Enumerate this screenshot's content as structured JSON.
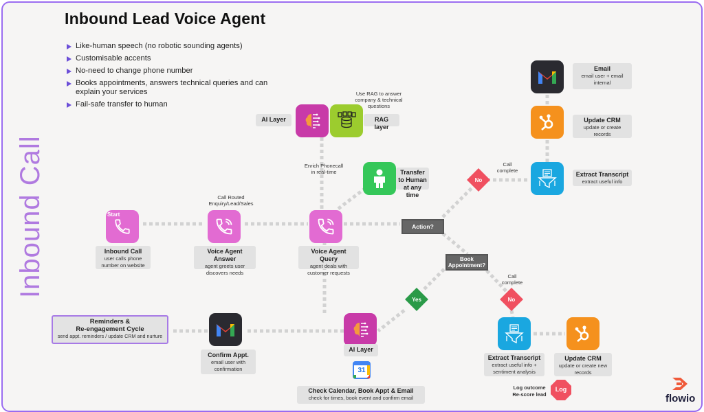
{
  "title": "Inbound Lead Voice Agent",
  "bullets": [
    "Like-human speech (no robotic sounding agents)",
    "Customisable accents",
    "No-need to change phone number",
    "Books appointments, answers technical queries and can explain your services",
    "Fail-safe transfer to human"
  ],
  "side_title": "Inbound Call",
  "nodes": {
    "inbound_call": {
      "badge": "Start",
      "title": "Inbound Call",
      "sub": "user calls phone number on website",
      "icon": "phone-icon"
    },
    "voice_answer": {
      "note": "Call Routed Enquiry/Lead/Sales",
      "title": "Voice Agent Answer",
      "sub": "agent greets user discovers needs",
      "icon": "voice-call-icon"
    },
    "voice_query": {
      "title": "Voice Agent Query",
      "sub": "agent deals with customer requests",
      "icon": "voice-call-icon"
    },
    "ai_layer_top": {
      "title": "AI Layer",
      "icon": "ai-brain-icon"
    },
    "rag_layer": {
      "note": "Use RAG to answer company & technical questions",
      "title": "RAG layer",
      "icon": "database-icon"
    },
    "enrich_note": "Enrich Phonecall in real-time",
    "transfer": {
      "title": "Transfer to Human at any time",
      "icon": "person-icon"
    },
    "action": {
      "title": "Action?"
    },
    "no_top": {
      "label": "No",
      "note": "Call complete"
    },
    "book": {
      "title": "Book Appointment?"
    },
    "yes": {
      "label": "Yes"
    },
    "no_bottom": {
      "label": "No",
      "note": "Call complete"
    },
    "email": {
      "title": "Email",
      "sub": "email user + email internal",
      "icon": "gmail-icon"
    },
    "update_crm_top": {
      "title": "Update CRM",
      "sub": "update or create records",
      "icon": "hubspot-icon"
    },
    "extract_top": {
      "title": "Extract Transcript",
      "sub": "extract useful info",
      "icon": "transcript-filter-icon"
    },
    "extract_bottom": {
      "title": "Extract Transcript",
      "sub": "extract useful info + sentiment analysis",
      "icon": "transcript-filter-icon"
    },
    "update_crm_bottom": {
      "title": "Update CRM",
      "sub": "update or create new records",
      "icon": "hubspot-icon"
    },
    "log": {
      "label": "Log",
      "note1": "Log outcome",
      "note2": "Re-score lead",
      "icon": "log-octagon-icon"
    },
    "ai_layer_bottom": {
      "title": "AI Layer",
      "icon": "ai-brain-icon"
    },
    "calendar": {
      "title": "Check Calendar, Book Appt & Email",
      "sub": "check for times, book event and confirm email",
      "icon": "google-calendar-icon",
      "day": "31"
    },
    "confirm": {
      "title": "Confirm Appt.",
      "sub": "email user with confirmation",
      "icon": "gmail-icon"
    },
    "reminders": {
      "title1": "Reminders &",
      "title2": "Re-engagement Cycle",
      "sub": "send appt. reminders / update CRM and nurture"
    }
  },
  "brand": "flowio",
  "colors": {
    "accent": "#9a6cf0",
    "pink": "#e26bd2",
    "orange": "#f5911d",
    "sky": "#1aa7e0",
    "no": "#f05060",
    "yes": "#2a9a48"
  }
}
